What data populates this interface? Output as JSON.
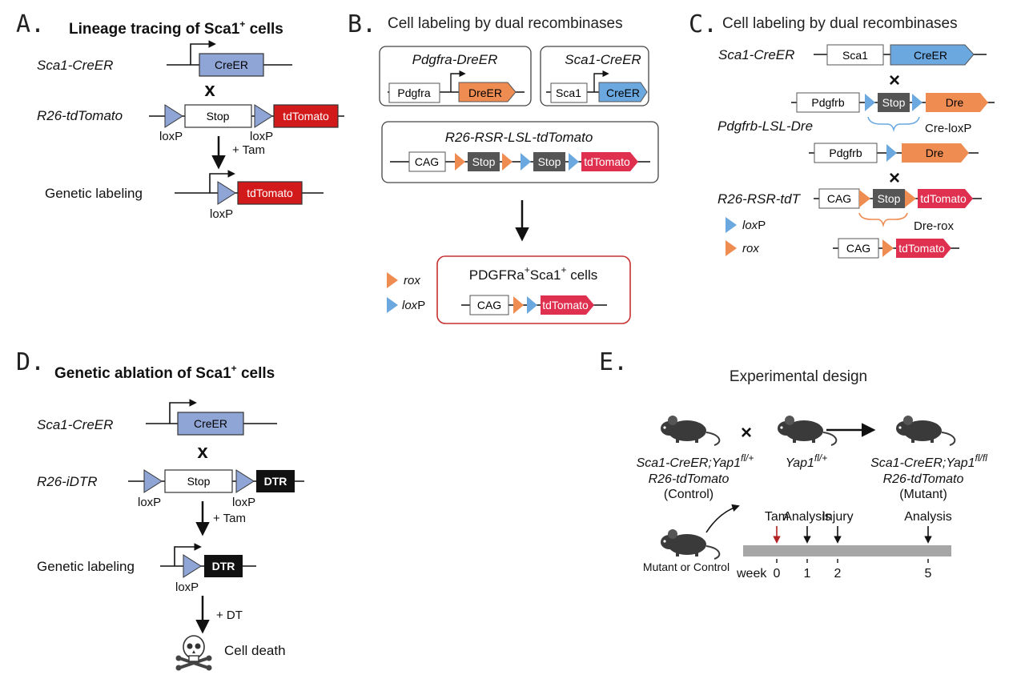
{
  "colors": {
    "cre_blue": "#8fa5d6",
    "loxp_blue": "#7f9ed6",
    "tdtomato_red": "#d21a1a",
    "tdtomato_pink": "#e0304f",
    "dre_orange": "#ef8c52",
    "cre_light_blue": "#6aa8df",
    "stop_dark": "#555555",
    "dtr_black": "#111111",
    "timeline_gray": "#a6a6a6",
    "tam_arrow_red": "#b22222"
  },
  "panels": {
    "a": {
      "letter": "A.",
      "title": "Lineage tracing of Sca1",
      "title_sup": "+",
      "title_suffix": " cells",
      "allele1": "Sca1-CreER",
      "allele1_box": "CreER",
      "cross": "x",
      "allele2": "R26-tdTomato",
      "stop": "Stop",
      "tdtomato": "tdTomato",
      "loxp_left": "loxP",
      "loxp_right": "loxP",
      "treatment": "+ Tam",
      "result_label": "Genetic labeling",
      "result_box": "tdTomato",
      "result_loxp": "loxP"
    },
    "b": {
      "letter": "B.",
      "title": "Cell labeling by dual recombinases",
      "box1_title": "Pdgfra-DreER",
      "box1_promoter": "Pdgfra",
      "box1_gene": "DreER",
      "box2_title": "Sca1-CreER",
      "box2_promoter": "Sca1",
      "box2_gene": "CreER",
      "box3_title": "R26-RSR-LSL-tdTomato",
      "box3_cag": "CAG",
      "box3_stop1": "Stop",
      "box3_stop2": "Stop",
      "box3_reporter": "tdTomato",
      "legend_rox": "rox",
      "legend_loxp_prefix": "lox",
      "legend_loxp_suffix": "P",
      "result_title_a": "PDGFRa",
      "result_sup1": "+",
      "result_title_b": "Sca1",
      "result_sup2": "+",
      "result_title_c": " cells",
      "result_cag": "CAG",
      "result_reporter": "tdTomato"
    },
    "c": {
      "letter": "C.",
      "title": "Cell labeling by dual recombinases",
      "allele1": "Sca1-CreER",
      "allele1_promoter": "Sca1",
      "allele1_gene": "CreER",
      "cross1": "×",
      "allele2_promoter": "Pdgfrb",
      "allele2_stop": "Stop",
      "allele2_gene": "Dre",
      "allele2": "Pdgfrb-LSL-Dre",
      "cre_loxp": "Cre-loxP",
      "allele2b_promoter": "Pdgfrb",
      "allele2b_gene": "Dre",
      "cross2": "×",
      "allele3": "R26-RSR-tdT",
      "allele3_cag": "CAG",
      "allele3_stop": "Stop",
      "allele3_reporter": "tdTomato",
      "dre_rox": "Dre-rox",
      "legend_loxp_prefix": "lox",
      "legend_loxp_suffix": "P",
      "legend_rox": "rox",
      "result_cag": "CAG",
      "result_reporter": "tdTomato"
    },
    "d": {
      "letter": "D.",
      "title": "Genetic ablation of Sca1",
      "title_sup": "+",
      "title_suffix": " cells",
      "allele1": "Sca1-CreER",
      "allele1_box": "CreER",
      "cross": "x",
      "allele2": "R26-iDTR",
      "stop": "Stop",
      "dtr": "DTR",
      "loxp_left": "loxP",
      "loxp_right": "loxP",
      "treatment1": "+ Tam",
      "result_label": "Genetic labeling",
      "result_box": "DTR",
      "result_loxp": "loxP",
      "treatment2": "+ DT",
      "outcome": "Cell death"
    },
    "e": {
      "letter": "E.",
      "title": "Experimental design",
      "cross": "×",
      "mouse1_line1": "Sca1-CreER;Yap1",
      "mouse1_sup": "fl/+",
      "mouse1_line2": "R26-tdTomato",
      "mouse1_line3": "(Control)",
      "mouse2_line1": "Yap1",
      "mouse2_sup": "fl/+",
      "mouse3_line1": "Sca1-CreER;Yap1",
      "mouse3_sup": "fl/fl",
      "mouse3_line2": "R26-tdTomato",
      "mouse3_line3": "(Mutant)",
      "mouse4_label": "Mutant or Control",
      "timeline_unit": "week",
      "events": [
        {
          "label": "Tam",
          "week": "0"
        },
        {
          "label": "Analysis",
          "week": "1"
        },
        {
          "label": "Injury",
          "week": "2"
        },
        {
          "label": "Analysis",
          "week": "5"
        }
      ]
    }
  }
}
